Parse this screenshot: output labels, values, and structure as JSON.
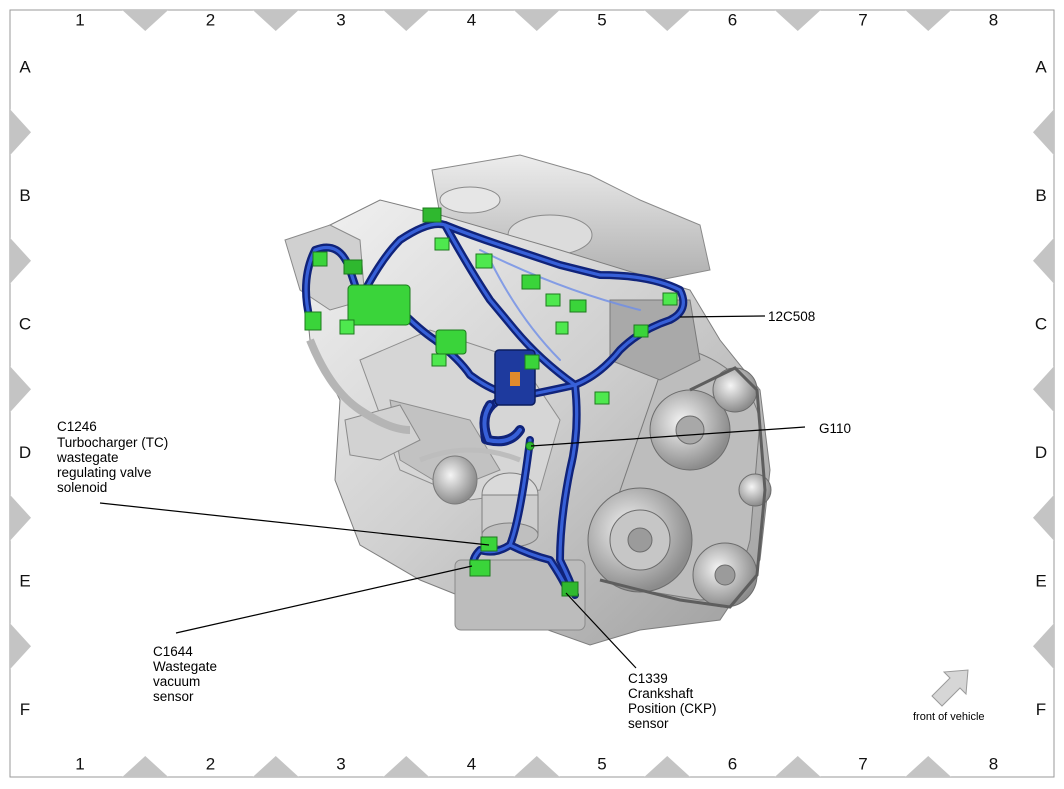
{
  "grid": {
    "columns": [
      "1",
      "2",
      "3",
      "4",
      "5",
      "6",
      "7",
      "8"
    ],
    "rows": [
      "A",
      "B",
      "C",
      "D",
      "E",
      "F"
    ]
  },
  "callouts": {
    "c12c508": {
      "lines": [
        "12C508"
      ]
    },
    "g110": {
      "lines": [
        "G110"
      ]
    },
    "c1246": {
      "lines": [
        "C1246",
        "Turbocharger (TC)",
        "wastegate",
        "regulating valve",
        "solenoid"
      ]
    },
    "c1644": {
      "lines": [
        "C1644",
        "Wastegate",
        "vacuum",
        "sensor"
      ]
    },
    "c1339": {
      "lines": [
        "C1339",
        "Crankshaft",
        "Position (CKP)",
        "sensor"
      ]
    }
  },
  "orientation": {
    "label": "front of vehicle",
    "icon": "arrow-icon"
  },
  "colors": {
    "harness": "#1e3a9e",
    "connector": "#3ad43a",
    "engine": "#c8c8c8",
    "border_triangle": "#c4c4c4"
  }
}
